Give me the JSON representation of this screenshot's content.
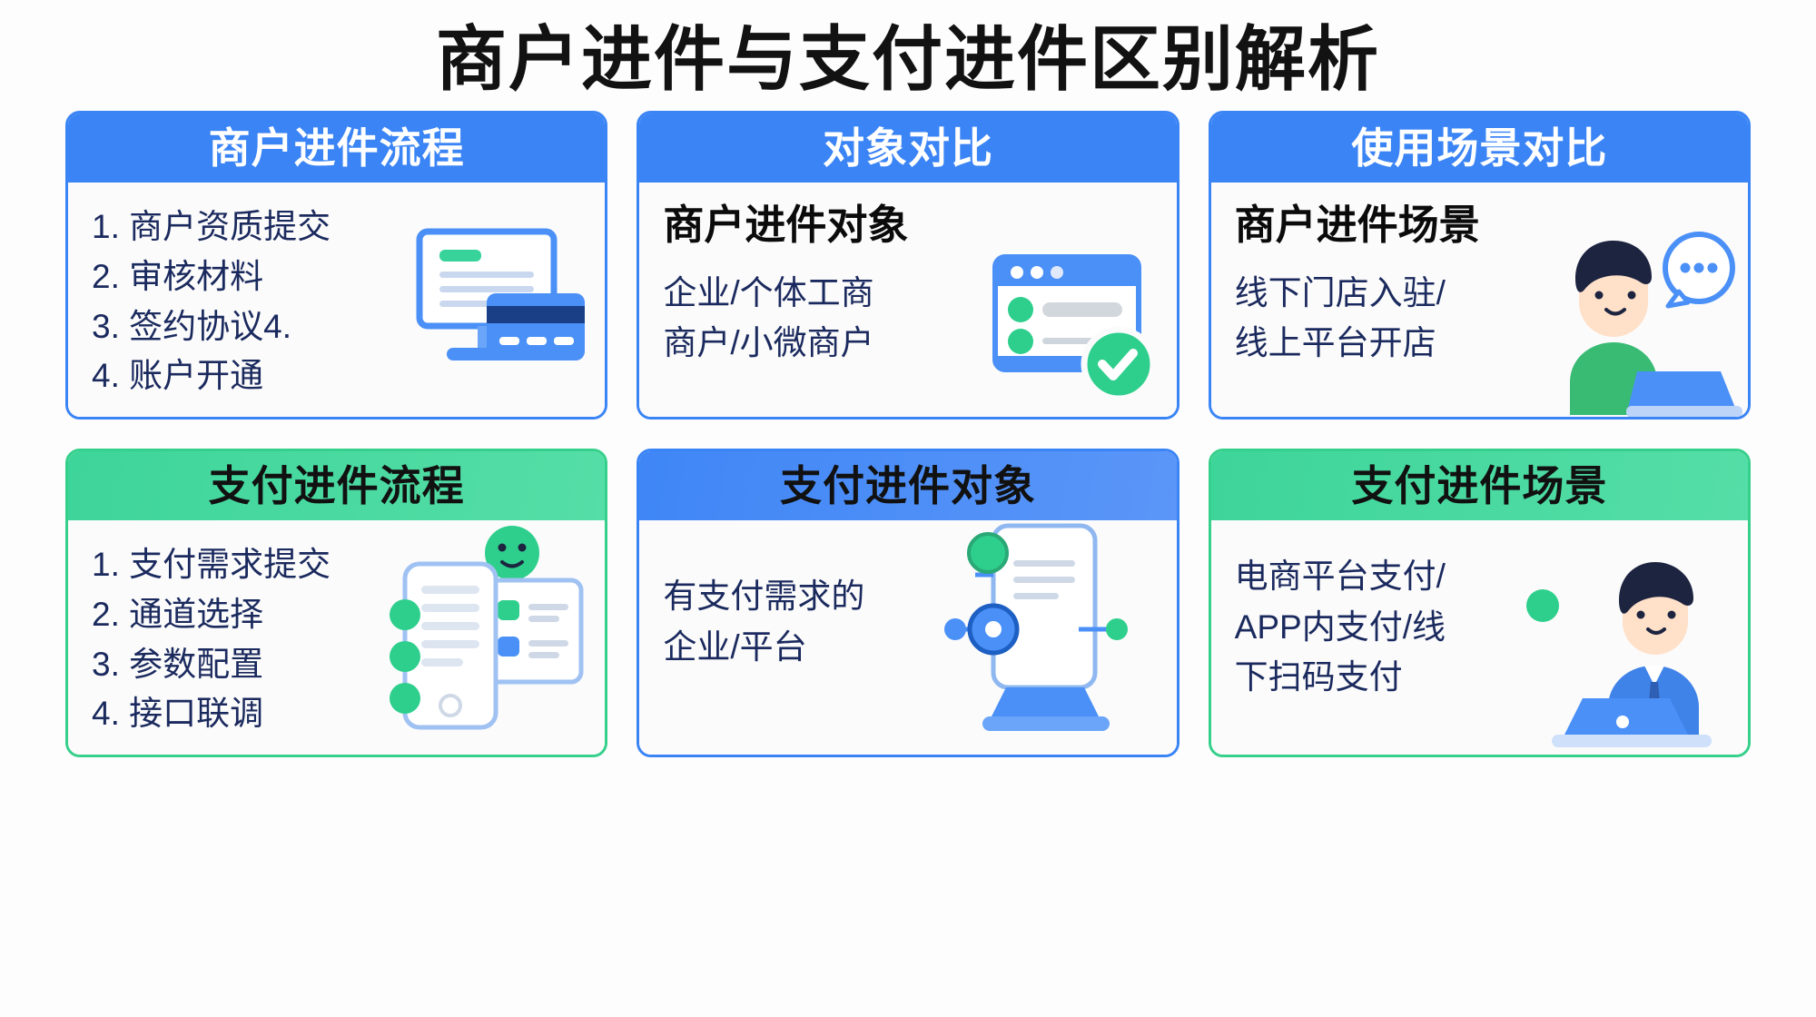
{
  "title": "商户进件与支付进件区别解析",
  "colors": {
    "blue": "#3a84f5",
    "green": "#35d08b",
    "text_navy": "#1b2a5e",
    "text_black": "#111111",
    "white": "#ffffff"
  },
  "cards": [
    {
      "id": "merchant-onboarding-flow",
      "header": "商户进件流程",
      "header_style": "blue-white",
      "border": "blue",
      "kind": "list",
      "items": [
        "1. 商户资质提交",
        "2. 审核材料",
        "3. 签约协议4.",
        "4. 账户开通"
      ],
      "illustration": "monitor-and-card-icon"
    },
    {
      "id": "object-comparison",
      "header": "对象对比",
      "header_style": "blue-white",
      "border": "blue",
      "kind": "subhead-body",
      "subhead": "商户进件对象",
      "lines": [
        "企业/个体工商",
        "商户/小微商户"
      ],
      "illustration": "browser-checklist-check-icon"
    },
    {
      "id": "scenario-comparison",
      "header": "使用场景对比",
      "header_style": "blue-white",
      "border": "blue",
      "kind": "subhead-body",
      "subhead": "商户进件场景",
      "lines": [
        "线下门店入驻/",
        "线上平台开店"
      ],
      "illustration": "person-chat-laptop-icon"
    },
    {
      "id": "payment-onboarding-flow",
      "header": "支付进件流程",
      "header_style": "green-dark",
      "border": "green",
      "kind": "list",
      "items": [
        "1. 支付需求提交",
        "2. 通道选择",
        "3. 参数配置",
        "4. 接口联调"
      ],
      "illustration": "phone-and-panel-icon"
    },
    {
      "id": "payment-onboarding-object",
      "header": "支付进件对象",
      "header_style": "blue-dark",
      "border": "blue",
      "kind": "subhead-body",
      "subhead": "",
      "lines": [
        "有支付需求的",
        "企业/平台"
      ],
      "illustration": "api-node-document-icon"
    },
    {
      "id": "payment-onboarding-scenario",
      "header": "支付进件场景",
      "header_style": "green-dark",
      "border": "green",
      "kind": "subhead-body",
      "subhead": "",
      "lines": [
        "电商平台支付/",
        "APP内支付/线",
        "下扫码支付"
      ],
      "illustration": "person-laptop-icon"
    }
  ]
}
